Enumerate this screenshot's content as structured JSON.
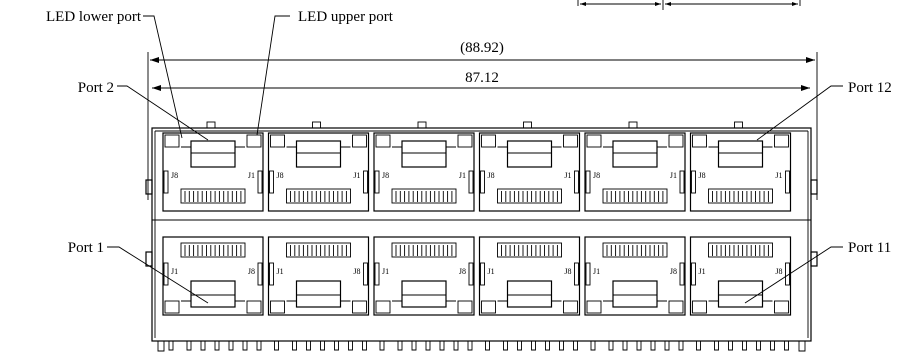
{
  "callouts": {
    "led_lower": "LED lower port",
    "led_upper": "LED upper port",
    "port_2": "Port 2",
    "port_12": "Port 12",
    "port_1": "Port 1",
    "port_11": "Port 11"
  },
  "dimensions": {
    "overall": "(88.92)",
    "pitch_span": "87.12"
  },
  "pin_labels": {
    "pin_first": "J1",
    "pin_last": "J8"
  },
  "layout": {
    "columns": 6,
    "rows": 2
  }
}
